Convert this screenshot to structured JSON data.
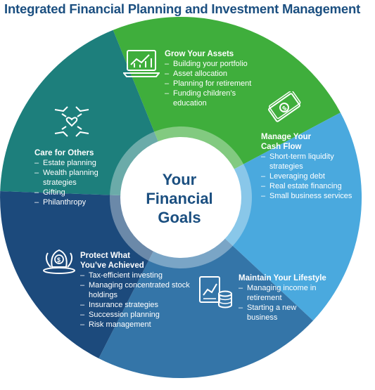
{
  "title": "Integrated Financial Planning and Investment Management",
  "center": [
    "Your",
    "Financial",
    "Goals"
  ],
  "colors": {
    "grow": "#3fae3c",
    "cash": "#4aa9de",
    "lifestyle": "#3475a8",
    "protect": "#1c4a7c",
    "care": "#1d7f7c",
    "title": "#1b4f80"
  },
  "segments": {
    "grow": {
      "title": "Grow Your Assets",
      "icon": "laptop-chart-icon",
      "items": [
        "Building your portfolio",
        "Asset allocation",
        "Planning for retirement",
        "Funding children’s education"
      ]
    },
    "cash": {
      "title": "Manage Your Cash Flow",
      "icon": "cash-stack-icon",
      "items": [
        "Short-term liquidity strategies",
        "Leveraging debt",
        "Real estate financing",
        "Small business services"
      ]
    },
    "lifestyle": {
      "title": "Maintain Your Lifestyle",
      "icon": "document-coins-icon",
      "items": [
        "Managing income in retirement",
        "Starting a new business"
      ]
    },
    "protect": {
      "title": "Protect What You’ve Achieved",
      "icon": "protected-money-icon",
      "items": [
        "Tax-efficient investing",
        "Managing concentrated stock holdings",
        "Insurance strategies",
        "Succession planning",
        "Risk management"
      ]
    },
    "care": {
      "title": "Care for Others",
      "icon": "hands-heart-icon",
      "items": [
        "Estate planning",
        "Wealth planning strategies",
        "Gifting",
        "Philanthropy"
      ]
    }
  }
}
